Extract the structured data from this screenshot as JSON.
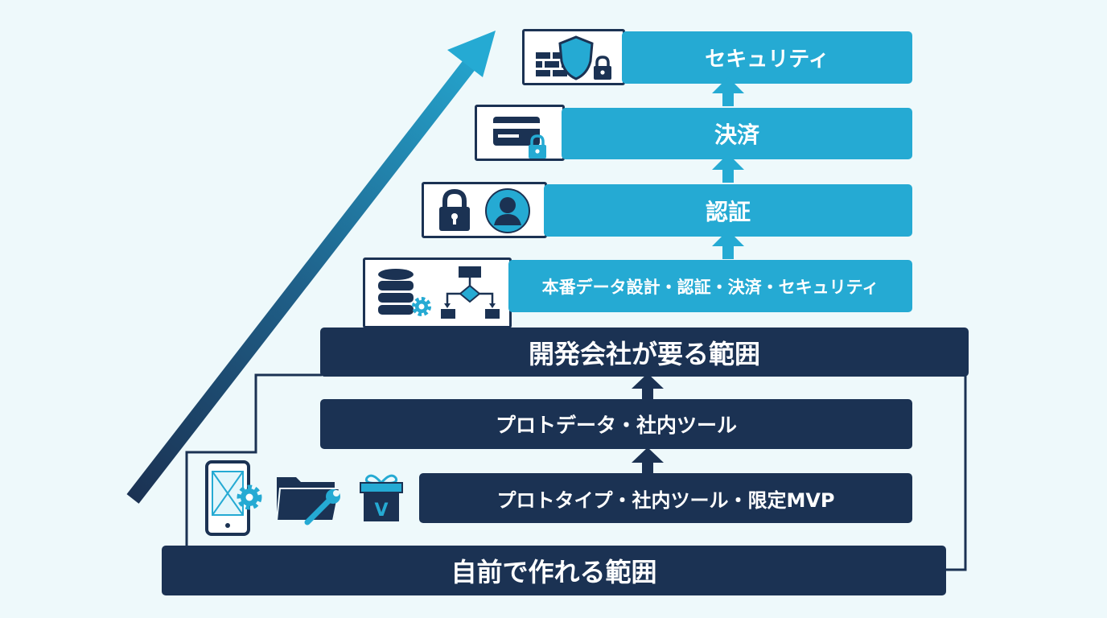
{
  "colors": {
    "blue": "#25aad3",
    "navy": "#1b3253",
    "background": "#eef9fb"
  },
  "levels": {
    "security": {
      "label": "セキュリティ",
      "icons": [
        "firewall-icon",
        "shield-icon",
        "padlock-icon"
      ]
    },
    "payment": {
      "label": "決済",
      "icons": [
        "credit-card-icon",
        "padlock-icon"
      ]
    },
    "auth": {
      "label": "認証",
      "icons": [
        "padlock-icon",
        "user-avatar-icon"
      ]
    },
    "production": {
      "label": "本番データ設計・認証・決済・セキュリティ",
      "icons": [
        "database-icon",
        "gear-icon",
        "flowchart-icon"
      ]
    },
    "dev_company": {
      "label": "開発会社が要る範囲"
    },
    "proto_data": {
      "label": "プロトデータ・社内ツール"
    },
    "prototype": {
      "label": "プロトタイプ・社内ツール・限定MVP",
      "icons": [
        "smartphone-wireframe-icon",
        "gear-icon",
        "folder-wrench-icon",
        "gift-box-icon"
      ]
    },
    "diy": {
      "label": "自前で作れる範囲"
    }
  }
}
